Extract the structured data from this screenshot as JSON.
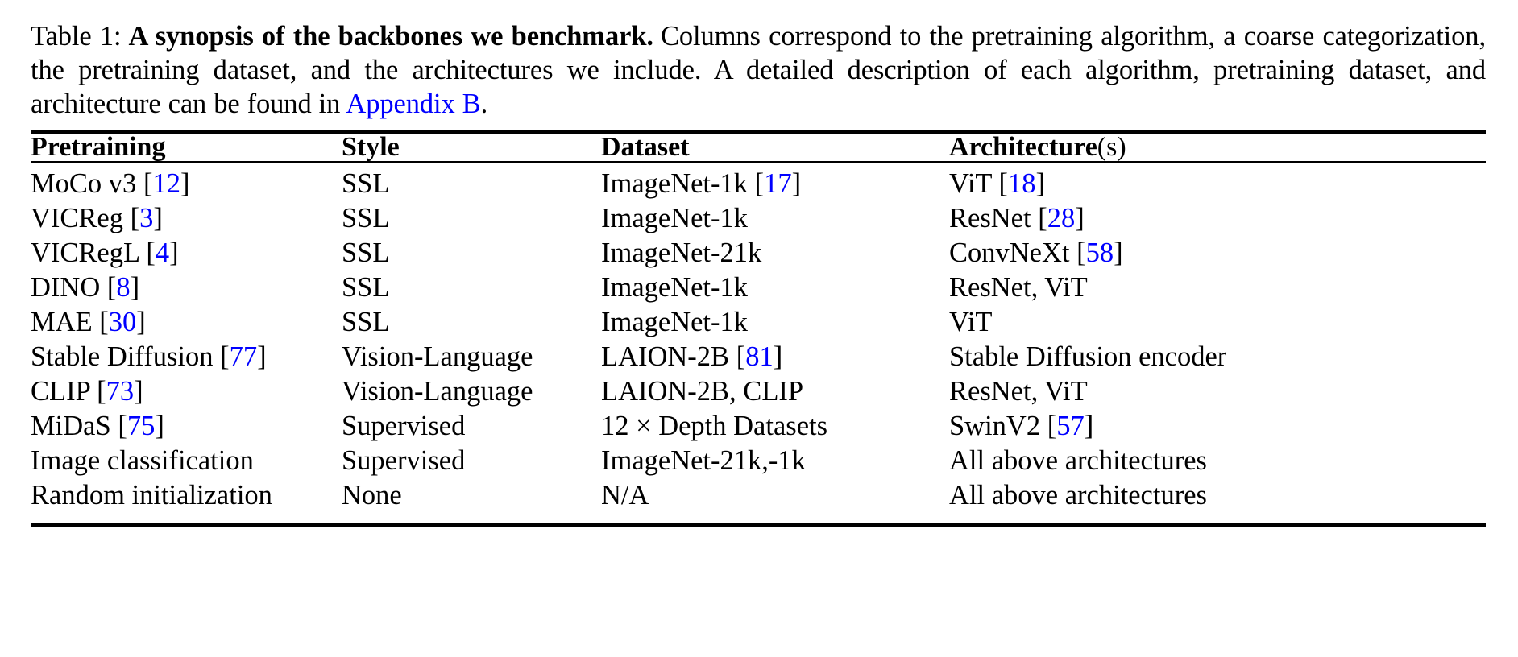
{
  "caption": {
    "label": "Table 1:",
    "title": "A synopsis of the backbones we benchmark.",
    "body_before_link": "Columns correspond to the pretraining algorithm, a coarse categorization, the pretraining dataset, and the architectures we include. A detailed description of each algorithm, pretraining dataset, and architecture can be found in ",
    "link_text": "Appendix B",
    "body_after_link": "."
  },
  "table": {
    "columns": [
      {
        "label": "Pretraining",
        "suffix": ""
      },
      {
        "label": "Style",
        "suffix": ""
      },
      {
        "label": "Dataset",
        "suffix": ""
      },
      {
        "label": "Architecture",
        "suffix": "(s)"
      }
    ],
    "rows": [
      {
        "pretraining": {
          "name": "MoCo v3",
          "cite": "12"
        },
        "style": "SSL",
        "dataset": {
          "name": "ImageNet-1k",
          "cite": "17"
        },
        "architecture": {
          "name": "ViT",
          "cite": "18"
        }
      },
      {
        "pretraining": {
          "name": "VICReg",
          "cite": "3"
        },
        "style": "SSL",
        "dataset": {
          "name": "ImageNet-1k",
          "cite": ""
        },
        "architecture": {
          "name": "ResNet",
          "cite": "28"
        }
      },
      {
        "pretraining": {
          "name": "VICRegL",
          "cite": "4"
        },
        "style": "SSL",
        "dataset": {
          "name": "ImageNet-21k",
          "cite": ""
        },
        "architecture": {
          "name": "ConvNeXt",
          "cite": "58"
        }
      },
      {
        "pretraining": {
          "name": "DINO",
          "cite": "8"
        },
        "style": "SSL",
        "dataset": {
          "name": "ImageNet-1k",
          "cite": ""
        },
        "architecture": {
          "name": "ResNet, ViT",
          "cite": ""
        }
      },
      {
        "pretraining": {
          "name": "MAE",
          "cite": "30"
        },
        "style": "SSL",
        "dataset": {
          "name": "ImageNet-1k",
          "cite": ""
        },
        "architecture": {
          "name": "ViT",
          "cite": ""
        }
      },
      {
        "pretraining": {
          "name": "Stable Diffusion",
          "cite": "77"
        },
        "style": "Vision-Language",
        "dataset": {
          "name": "LAION-2B",
          "cite": "81"
        },
        "architecture": {
          "name": "Stable Diffusion encoder",
          "cite": ""
        }
      },
      {
        "pretraining": {
          "name": "CLIP",
          "cite": "73"
        },
        "style": "Vision-Language",
        "dataset": {
          "name": "LAION-2B, CLIP",
          "cite": ""
        },
        "architecture": {
          "name": "ResNet, ViT",
          "cite": ""
        }
      },
      {
        "pretraining": {
          "name": "MiDaS",
          "cite": "75"
        },
        "style": "Supervised",
        "dataset": {
          "name": "12 × Depth Datasets",
          "cite": ""
        },
        "architecture": {
          "name": "SwinV2",
          "cite": "57"
        }
      },
      {
        "pretraining": {
          "name": "Image classification",
          "cite": ""
        },
        "style": "Supervised",
        "dataset": {
          "name": "ImageNet-21k,-1k",
          "cite": ""
        },
        "architecture": {
          "name": "All above architectures",
          "cite": ""
        }
      },
      {
        "pretraining": {
          "name": "Random initialization",
          "cite": ""
        },
        "style": "None",
        "dataset": {
          "name": "N/A",
          "cite": ""
        },
        "architecture": {
          "name": "All above architectures",
          "cite": ""
        }
      }
    ]
  },
  "colors": {
    "link": "#0000ff",
    "text": "#000000",
    "background": "#ffffff"
  }
}
